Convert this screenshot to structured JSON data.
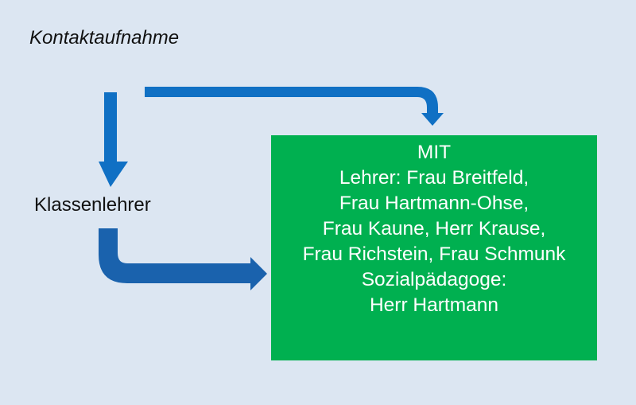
{
  "title": "Kontaktaufnahme",
  "node_left": "Klassenlehrer",
  "box": {
    "lines": [
      "MIT",
      "Lehrer: Frau Breitfeld,",
      "Frau Hartmann-Ohse,",
      "Frau Kaune, Herr Krause,",
      "Frau Richstein, Frau Schmunk",
      "Sozialpädagoge:",
      "Herr Hartmann"
    ]
  },
  "colors": {
    "background": "#dce6f2",
    "arrow": "#1070c4",
    "arrow_dark": "#1a62ad",
    "box": "#00b050"
  }
}
